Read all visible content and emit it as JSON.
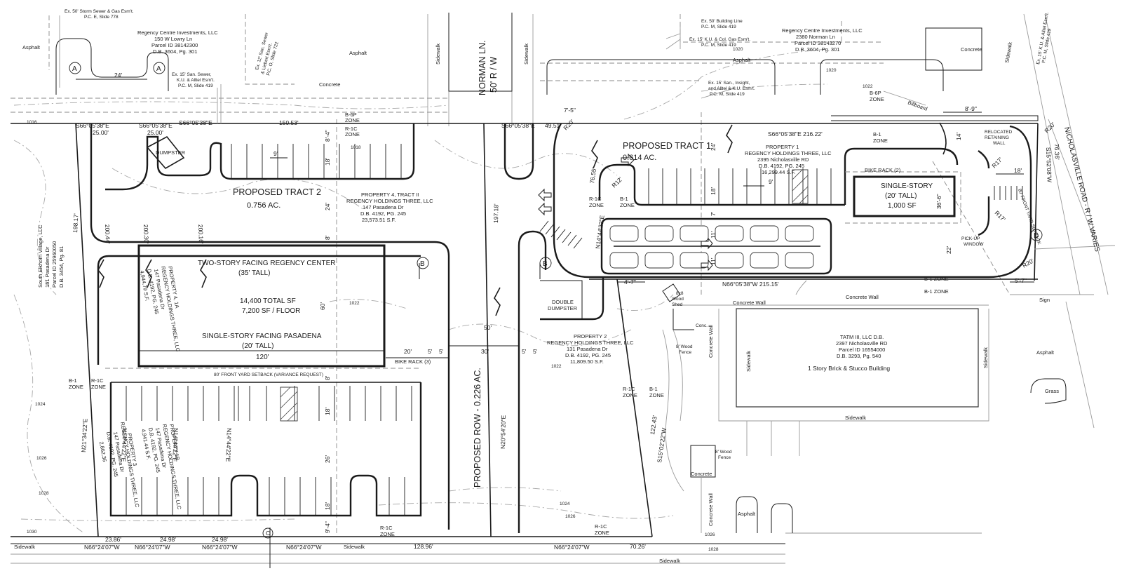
{
  "tract2": {
    "title": "PROPOSED TRACT 2",
    "area": "0.756 AC."
  },
  "tract1": {
    "title": "PROPOSED TRACT 1",
    "area": "0.614 AC."
  },
  "norman_ln": {
    "name": "NORMAN LN.",
    "row": "50' R / W"
  },
  "nicholasville_rd": "NICHOLASVILLE ROAD - R / W VARIES",
  "proposed_row": "PROPOSED ROW - 0.226 AC.",
  "building_a": {
    "line1": "TWO-STORY FACING REGENCY CENTER",
    "line2": "(35' TALL)",
    "line3": "14,400 TOTAL SF",
    "line4": "7,200 SF / FLOOR",
    "line5": "SINGLE-STORY FACING PASADENA",
    "line6": "(20' TALL)",
    "width": "120'",
    "depth": "60'"
  },
  "building_b": {
    "line1": "SINGLE-STORY",
    "line2": "(20' TALL)",
    "line3": "1,000 SF",
    "depth": "36'-6\""
  },
  "owners": {
    "rci_nw": [
      "Regency Centre Investments, LLC",
      "150 W Lowry Ln",
      "Parcel ID 38142300",
      "D.B. 3604, Pg. 301"
    ],
    "rci_ne": [
      "Regency Centre Investments, LLC",
      "2380 Norman Ln",
      "Parcel ID 38143270",
      "D.B. 3604, Pg. 301"
    ],
    "prop4": [
      "PROPERTY 4, TRACT II",
      "REGENCY HOLDINGS THREE, LLC",
      "147 Pasadena Dr",
      "D.B. 4192, PG. 245",
      "23,573.51 S.F."
    ],
    "prop1": [
      "PROPERTY 1",
      "REGENCY HOLDINGS THREE, LLC",
      "2395 Nicholasville RD",
      "D.B. 4192, PG. 245",
      "16,299.44 S.F."
    ],
    "prop2": [
      "PROPERTY 2",
      "REGENCY HOLDINGS THREE, LLC",
      "131 Pasadena Dr",
      "D.B. 4192, PG. 245",
      "11,809.50 S.F."
    ],
    "tatm": [
      "TATM III, LLC D.B.",
      "2397 Nicholasville RD",
      "Parcel ID 16554000",
      "D.B. 3293, Pg. 540"
    ],
    "tatm_bldg": "1 Story Brick & Stucco Building",
    "prop4a": [
      "PROPERTY 4, 1A",
      "REGENCY HOLDINGS THREE, LLC",
      "147 Pasadena Dr",
      "D.B. 4192, PG. 245",
      "4,944.79 S.F."
    ],
    "prop4b": [
      "PROPERTY 1B",
      "REGENCY HOLDINGS THREE, LLC",
      "147 Pasadena Dr",
      "D.B. 4192, PG. 245",
      "4,941.44 S.F."
    ],
    "prop3": [
      "PROPERTY 3",
      "REGENCY HOLDINGS THREE, LLC",
      "147 Pasadena Dr",
      "D.B. 4192, PG. 245",
      "2,862.36"
    ],
    "south_elkhorn": [
      "South Elkhorn Village, LLC",
      "151 Pasadena Dr",
      "Parcel ID 25960050",
      "D.B. 3454, Pg. 81"
    ]
  },
  "easements": {
    "storm": [
      "Ex. 50' Storm Sewer & Gas Esm't.",
      "P.C. E, Slide 778"
    ],
    "san12": [
      "Ex. 12' San. Sewer",
      "& Liebert Esm't.",
      "P.C. O, Slide 722"
    ],
    "san15_west": [
      "Ex. 15' San. Sewer,",
      "K.U. & Alltel Esm't.",
      "P.C. M, Slide 419"
    ],
    "ku15": [
      "Ex. 15' K.U. & Col. Gas Esm't.",
      "P.C. M, Slide 419"
    ],
    "building_line": [
      "Ex. 50' Building Line",
      "P.C. M, Slide 419"
    ],
    "insight": [
      "Ex. 15' San., Insight,",
      "and Alltel & K.U. Esm't.",
      "P.C. M, Slide 419"
    ],
    "ku_right": [
      "Ex. 15' K.U. & Alltel Esm't.",
      "P.C. M, Slide 419"
    ]
  },
  "bearings": {
    "n_s1": "S66°05'38\"E",
    "n_s2": "S66°05'38\"E",
    "n_s3": "S66°05'38\"E",
    "n_d1": "25.00'",
    "n_d2": "25.00'",
    "n_d3": "150.53'",
    "n_d4": "49.51'",
    "t1_top": "S66°05'38\"E  216.22'",
    "t1_bot": "N66°05'38\"W  215.15'",
    "s_b1": "N66°24'07\"W",
    "s_b2": "N66°24'07\"W",
    "s_b3": "N66°24'07\"W",
    "s_b4": "N66°24'07\"W",
    "s_b5": "N66°24'07\"W",
    "s_d1": "23.86'",
    "s_d2": "24.98'",
    "s_d3": "24.98'",
    "s_d4": "128.96'",
    "s_d5": "70.26'",
    "west": "N21°34'22\"E",
    "west_d": "198.17'",
    "row_b": "N20°54'20\"E",
    "row_d": "197.18'",
    "prop2_e": "S15°02'22\"W",
    "prop2_e_d": "122.43'",
    "t1_w": "N14°44'22\"E",
    "t1_w_d": "76.55'",
    "road": "S15°52'08\"W",
    "road_d": "76.36'",
    "lot_a": "N14°44'22\"E",
    "lot_b": "N14°44'22\"E",
    "lot_c": "N14°44'22\"E",
    "d200_44": "200.44'",
    "d200_30": "200.30'",
    "d200_16": "200.16'"
  },
  "dims": {
    "d24a": "24'",
    "d9a": "9'",
    "d18a": "18'",
    "d24b": "24'",
    "d8a": "8'",
    "d8b": "8'",
    "d18b": "18'",
    "d26": "26'",
    "d18c": "18'",
    "d9_4": "9'-4\"",
    "d8_4": "8'-4\"",
    "d20": "20'",
    "d5a": "5'",
    "d5b": "5'",
    "d30": "30'",
    "d5c": "5'",
    "d5d": "5'",
    "d50": "50'",
    "d7_5": "7'-5\"",
    "d24c": "24'",
    "d18d": "18'",
    "d7": "7'",
    "d11a": "11'",
    "d11b": "11'",
    "d9b": "9'",
    "d4_7": "4'-7\"",
    "d22": "22'",
    "d14": "14'",
    "d18e": "18'",
    "d8_9": "8'-9\"",
    "d5_7": "5'-7\"",
    "r20a": "R20'",
    "r12": "R12'",
    "r20b": "R20'",
    "r17a": "R17'",
    "r17b": "R17'",
    "r20c": "R20'"
  },
  "zones": {
    "b6p": "B-6P",
    "zone": "ZONE",
    "r1c": "R-1C",
    "b1": "B-1",
    "b1_zone": "B-1 ZONE"
  },
  "labels": {
    "asphalt": "Asphalt",
    "concrete": "Concrete",
    "sidewalk": "Sidewalk",
    "dumpster": "DUMPSTER",
    "double_dumpster": [
      "DOUBLE",
      "DUMPSTER"
    ],
    "bike_rack_3": "BIKE RACK (3)",
    "bike_rack_2": "BIKE RACK (2)",
    "pickup": [
      "PICK-UP",
      "WINDOW"
    ],
    "retaining": [
      "RELOCATED",
      "RETAINING",
      "WALL"
    ],
    "billboard": "Billboard",
    "sign": "Sign",
    "grass": "Grass",
    "concrete_wall": "Concrete Wall",
    "wood_shed": [
      "8x8",
      "Wood",
      "Shed"
    ],
    "wood_fence": [
      "8' Wood",
      "Fence"
    ],
    "conc": "Conc.",
    "setback": "80' FRONT YARD SETBACK (VARIANCE REQUEST)",
    "front_yard": "80' FRONT YARD SETBACK",
    "marks": [
      "A",
      "A",
      "B",
      "B",
      "C",
      "D"
    ],
    "contours": [
      "1016",
      "1018",
      "1020",
      "1022",
      "1024",
      "1026",
      "1028",
      "1030"
    ]
  }
}
